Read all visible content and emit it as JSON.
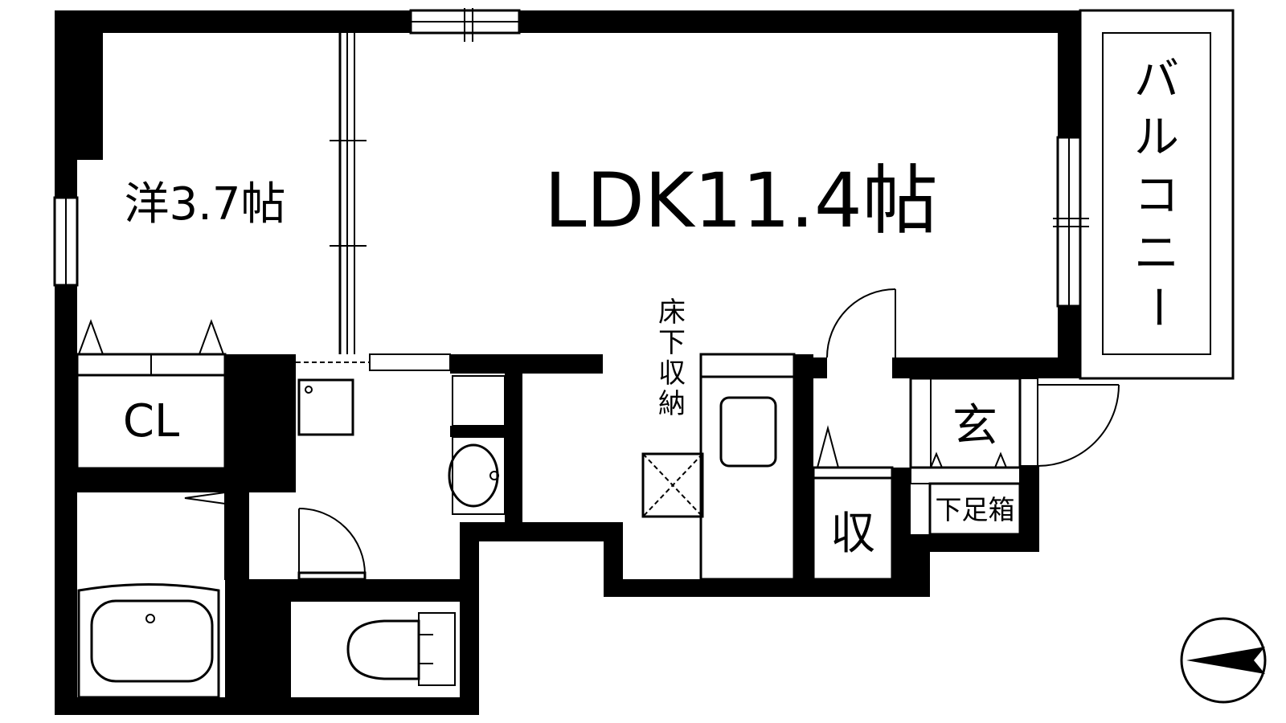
{
  "floorplan": {
    "rooms": {
      "ldk": "LDK11.4帖",
      "western": "洋3.7帖",
      "closet": "CL",
      "storage": "収",
      "entrance": "玄",
      "shoe_box": "下足箱"
    },
    "balcony": [
      "バ",
      "ル",
      "コ",
      "ニ",
      "ー"
    ],
    "underfloor_storage": [
      "床",
      "下",
      "収",
      "納"
    ]
  },
  "colors": {
    "wall": "#000000",
    "background": "#ffffff"
  },
  "icons": {
    "compass": "north-arrow-icon"
  }
}
